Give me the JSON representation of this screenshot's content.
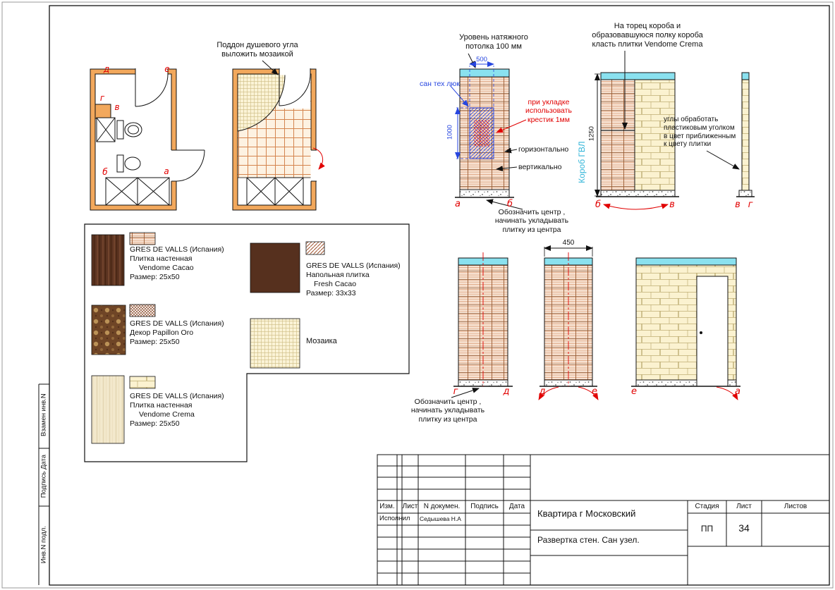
{
  "frame": {
    "side_labels": [
      "Взамен инв.N",
      "Подпись Дата",
      "Инв.N подл."
    ]
  },
  "notes": {
    "shower_mosaic": "Поддон душевого угла\nвыложить мозаикой",
    "ceiling_level": "Уровень натяжного\nпотолка 100 мм",
    "box_face": "На торец короба и\nобразовавшуюся полку короба\nкласть плитки Vendome Crema",
    "san_hatch": "сан тех люк",
    "spacer_cross": "при укладке\nиспользовать\nкрестик 1мм",
    "horizontal": "горизонтально",
    "vertical": "вертикально",
    "korob_gvl": "Короб ГВЛ",
    "corners": "углы обработать\nпластиковым уголком\nв цвет приближенным\nк цвету плитки",
    "center_start_top": "Обозначить центр ,\nначинать укладывать\nплитку из центра",
    "center_start_bottom": "Обозначить центр ,\nначинать укладывать\nплитку из центра"
  },
  "dims": {
    "w500": "500",
    "h1000": "1000",
    "h1250": "1250",
    "w450": "450"
  },
  "letters": {
    "a": "а",
    "b": "б",
    "v": "в",
    "g": "г",
    "d": "д",
    "e": "е"
  },
  "legend": {
    "items": [
      {
        "brand": "GRES DE VALLS (Испания)",
        "name1": "Плитка настенная",
        "name2": "Vendome Cacao",
        "size": "Размер: 25x50"
      },
      {
        "brand": "GRES DE VALLS (Испания)",
        "name1": "Декор Papillon Oro",
        "name2": "",
        "size": "Размер: 25x50"
      },
      {
        "brand": "GRES DE VALLS (Испания)",
        "name1": "Плитка настенная",
        "name2": "Vendome Crema",
        "size": "Размер: 25x50"
      },
      {
        "brand": "GRES DE VALLS (Испания)",
        "name1": "Напольная плитка",
        "name2": "Fresh Cacao",
        "size": "Размер: 33x33"
      },
      {
        "brand": "",
        "name1": "Мозаика",
        "name2": "",
        "size": ""
      }
    ]
  },
  "title_block": {
    "col_izm": "Изм.",
    "col_list": "Лист",
    "col_doc": "N докумен.",
    "col_sign": "Подпись",
    "col_date": "Дата",
    "executed_label": "Исполнил",
    "executed_name": "Седышева Н.А",
    "project": "Квартира г Московский",
    "stage_label": "Стадия",
    "sheet_label": "Лист",
    "sheets_label": "Листов",
    "stage": "ПП",
    "sheet_number": "34",
    "drawing_title": "Развертка стен. Сан узел."
  }
}
